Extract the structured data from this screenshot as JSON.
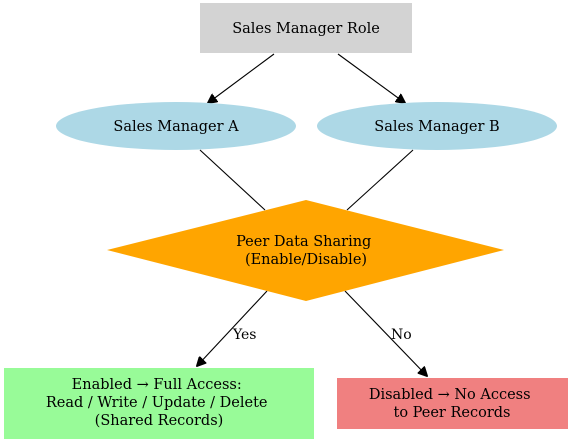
{
  "diagram": {
    "nodes": {
      "role": {
        "label": "Sales Manager Role",
        "shape": "rectangle",
        "fill": "#d3d3d3"
      },
      "manager_a": {
        "label": "Sales Manager A",
        "shape": "ellipse",
        "fill": "#add8e6"
      },
      "manager_b": {
        "label": "Sales Manager B",
        "shape": "ellipse",
        "fill": "#add8e6"
      },
      "peer_sharing": {
        "lines": [
          "Peer Data Sharing",
          "(Enable/Disable)"
        ],
        "shape": "diamond",
        "fill": "#ffa500"
      },
      "enabled": {
        "lines": [
          "Enabled → Full Access:",
          "Read / Write / Update / Delete",
          "(Shared Records)"
        ],
        "shape": "rectangle",
        "fill": "#98fb98"
      },
      "disabled": {
        "lines": [
          "Disabled → No Access",
          "to Peer Records"
        ],
        "shape": "rectangle",
        "fill": "#f08080"
      }
    },
    "edges": [
      {
        "from": "role",
        "to": "manager_a",
        "directed": true,
        "label": ""
      },
      {
        "from": "role",
        "to": "manager_b",
        "directed": true,
        "label": ""
      },
      {
        "from": "manager_a",
        "to": "peer_sharing",
        "directed": false,
        "label": ""
      },
      {
        "from": "manager_b",
        "to": "peer_sharing",
        "directed": false,
        "label": ""
      },
      {
        "from": "peer_sharing",
        "to": "enabled",
        "directed": true,
        "label": "Yes"
      },
      {
        "from": "peer_sharing",
        "to": "disabled",
        "directed": true,
        "label": "No"
      }
    ]
  }
}
